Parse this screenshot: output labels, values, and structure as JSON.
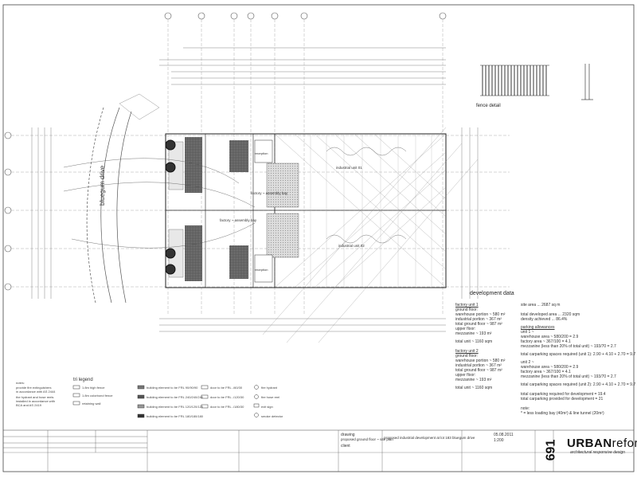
{
  "fence": {
    "title": "fence detail"
  },
  "site": {
    "drive_label": "bluegum drive"
  },
  "units": {
    "factory_label": "factory ~ assembly bay",
    "industrial_label": "industrial unit 01",
    "industrial_label2": "industrial unit 02",
    "reception_label": "reception"
  },
  "dev": {
    "title": "development data",
    "site_area": "site area ... 2687 sq m",
    "total_developed": "total developed area ... 2320 sqm",
    "density": "density achieved ... 86.4%",
    "parking_title": "parking allowances",
    "fu1_title": "factory unit 1",
    "fu1_lines": [
      "ground floor:",
      "warehouse portion ~ 580 m²",
      "industrial portion ~ 367 m²",
      "total ground floor ~ 987 m²",
      "upper floor:",
      "mezzanine ~ 193 m²"
    ],
    "fu1_total": "total unit ~ 1160 sqm",
    "fu2_title": "factory unit 2",
    "fu2_lines": [
      "ground floor:",
      "warehouse portion ~ 580 m²",
      "industrial portion ~ 367 m²",
      "total ground floor ~ 987 m²",
      "upper floor:",
      "mezzanine ~ 193 m²"
    ],
    "fu2_total": "total unit ~ 1160 sqm",
    "u1_lines": [
      "unit 1 ~",
      "warehouse area ~ 580/200 = 2.9",
      "factory area ~ 367/100 = 4.1",
      "mezzanine (less than 20% of total unit) ~ 193/70 = 2.7"
    ],
    "u1_total": "total carparking spaces required (unit 1): 2.90 + 4.10 + 2.70 = 9.7",
    "u2_lines": [
      "unit 2 ~",
      "warehouse area ~ 580/200 = 2.9",
      "factory area ~ 367/100 = 4.1",
      "mezzanine (less than 20% of total unit) ~ 193/70 = 2.7"
    ],
    "u2_total": "total carparking spaces required (unit 2): 2.90 + 4.10 + 2.70 = 9.7",
    "total_required": "total carparking required for development = 19.4",
    "total_provided": "total carparking provided for development = 21",
    "note_title": "note:",
    "note_line": "* = less loading bay (40m²) & line tunnel (20m²)"
  },
  "legend": {
    "title": "tri legend",
    "col1": [
      "1.8m high fence",
      "1.8m colorbond fence",
      "retaining wall"
    ],
    "col2": [
      "building element to be FRL 90/90/90",
      "building element to be FRL 240/240/240",
      "building element to be FRL 120/120/120",
      "building element to be FRL 180/180/180"
    ],
    "col3": [
      "door to be FRL -/60/30",
      "door to be FRL -/120/30",
      "door to be FRL -/180/30"
    ],
    "col4": [
      "fire hydrant",
      "fire hose reel",
      "exit sign",
      "smoke detector"
    ]
  },
  "notes_left": [
    "notes:",
    "provide fire extinguishers",
    "in accordance with AS 2444",
    "the hydrant and hose reels",
    "installed in accordance with",
    "BCA and AS 2419"
  ],
  "titleblock": {
    "drawing_label": "drawing",
    "drawing_value": "proposed ground floor ~ site plan",
    "client": "client",
    "project": "proposed industrial development at lot 183 bluegum drive",
    "sheet_no": "691",
    "brand_a": "URBAN",
    "brand_b": "reform",
    "tagline": "architectural responsive design",
    "date": "05.08.2011",
    "scale": "1:200"
  }
}
